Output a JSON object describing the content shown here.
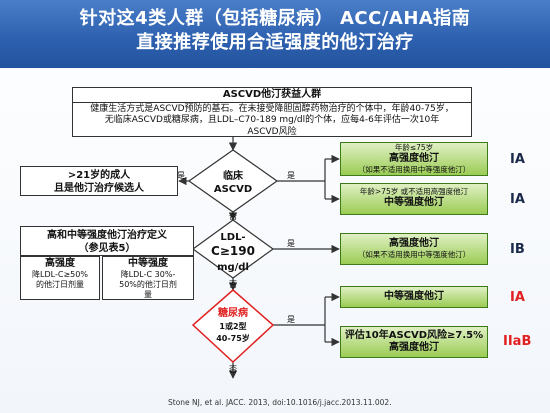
{
  "title": {
    "line1": "针对这4类人群（包括糖尿病） ACC/AHA指南",
    "line2": "直接推荐使用合适强度的他汀治疗"
  },
  "benefit_box": {
    "title": "ASCVD他汀获益人群",
    "line1": "健康生活方式是ASCVD预防的基石。在未接受降胆固醇药物治疗的个体中，年龄40-75岁，",
    "line2": "无临床ASCVD或糖尿病，且LDL–C70-189 mg/dl的个体，应每4-6年评估一次10年",
    "line3": "ASCVD风险"
  },
  "adult_box": {
    "line1": ">21岁的成人",
    "line2": "且是他汀治疗候选人"
  },
  "definition_box": {
    "line1": "高和中等强度他汀治疗定义",
    "line2": "（参见表5）",
    "high": {
      "title": "高强度",
      "line1": "降LDL-C≥50%",
      "line2": "的他汀日剂量"
    },
    "moderate": {
      "title": "中等强度",
      "line1": "降LDL-C 30%-",
      "line2": "50%的他汀日剂",
      "line3": "量"
    }
  },
  "diamonds": {
    "clinical": {
      "line1": "临床",
      "line2": "ASCVD"
    },
    "ldl": {
      "line1": "LDL-",
      "line2": "C≥190",
      "line3": "mg/dl"
    },
    "diabetes": {
      "line1": "糖尿病",
      "line2": "1或2型",
      "line3": "40-75岁"
    }
  },
  "labels": {
    "yes": "是",
    "no": "否"
  },
  "outcomes": [
    {
      "top": "年龄≤75岁",
      "main": "高强度他汀",
      "note": "（如果不适用换用中等强度他汀）",
      "level": "IA"
    },
    {
      "top": "年龄>75岁 或不适用高强度他汀",
      "main": "中等强度他汀",
      "level": "IA"
    },
    {
      "main": "高强度他汀",
      "note": "（如果不适用换用中等强度他汀）",
      "level": "IB"
    },
    {
      "main": "中等强度他汀",
      "level": "IA"
    },
    {
      "top": "评估10年ASCVD风险≥7.5%",
      "main": "高强度他汀",
      "level": "IIaB"
    }
  ],
  "citation": "Stone NJ, et al. JACC. 2013, doi:10.1016/j.jacc.2013.11.002.",
  "colors": {
    "header": "#2c5fae",
    "diabetes_border": "#e02020",
    "green_border": "#3d7a1a",
    "level_red": "#e02020"
  }
}
